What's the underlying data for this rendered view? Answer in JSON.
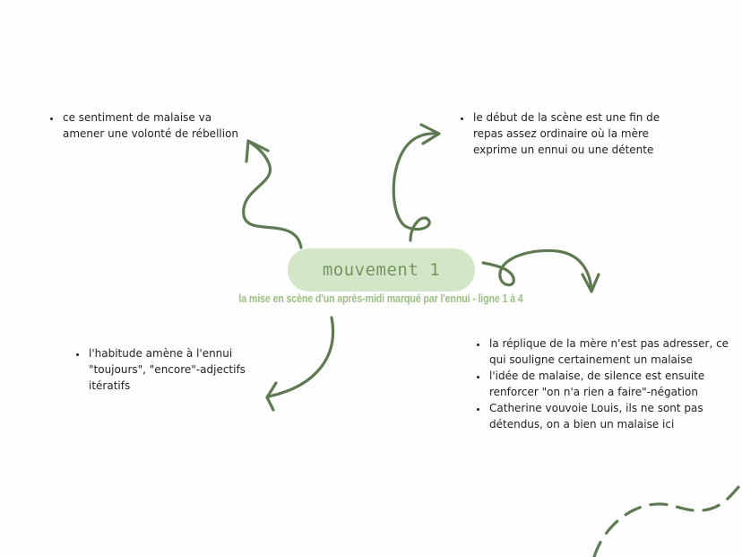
{
  "center": {
    "title": "mouvement 1",
    "subtitle": "la mise en scène d'un après-midi marqué par l'ennui - ligne 1 à 4"
  },
  "notes": {
    "top_left": [
      "ce sentiment de malaise va amener une volonté de rébellion"
    ],
    "top_right": [
      "le début de la scène est une fin de repas assez ordinaire où la mère exprime un ennui ou une détente"
    ],
    "bottom_left": [
      "l'habitude amène à l'ennui \"toujours\", \"encore\"-adjectifs itératifs"
    ],
    "bottom_right": [
      "la réplique de la mère n'est pas adresser, ce qui souligne certainement un malaise",
      "l'idée de malaise, de silence est ensuite renforcer \"on n'a rien a faire\"-négation",
      "Catherine vouvoie Louis, ils ne sont pas détendus, on a bien un malaise ici"
    ]
  },
  "colors": {
    "arrow": "#5f7a52",
    "pill_fill": "#d3e6c8",
    "pill_text": "#76945f",
    "subtitle_text": "#9bbf85"
  }
}
